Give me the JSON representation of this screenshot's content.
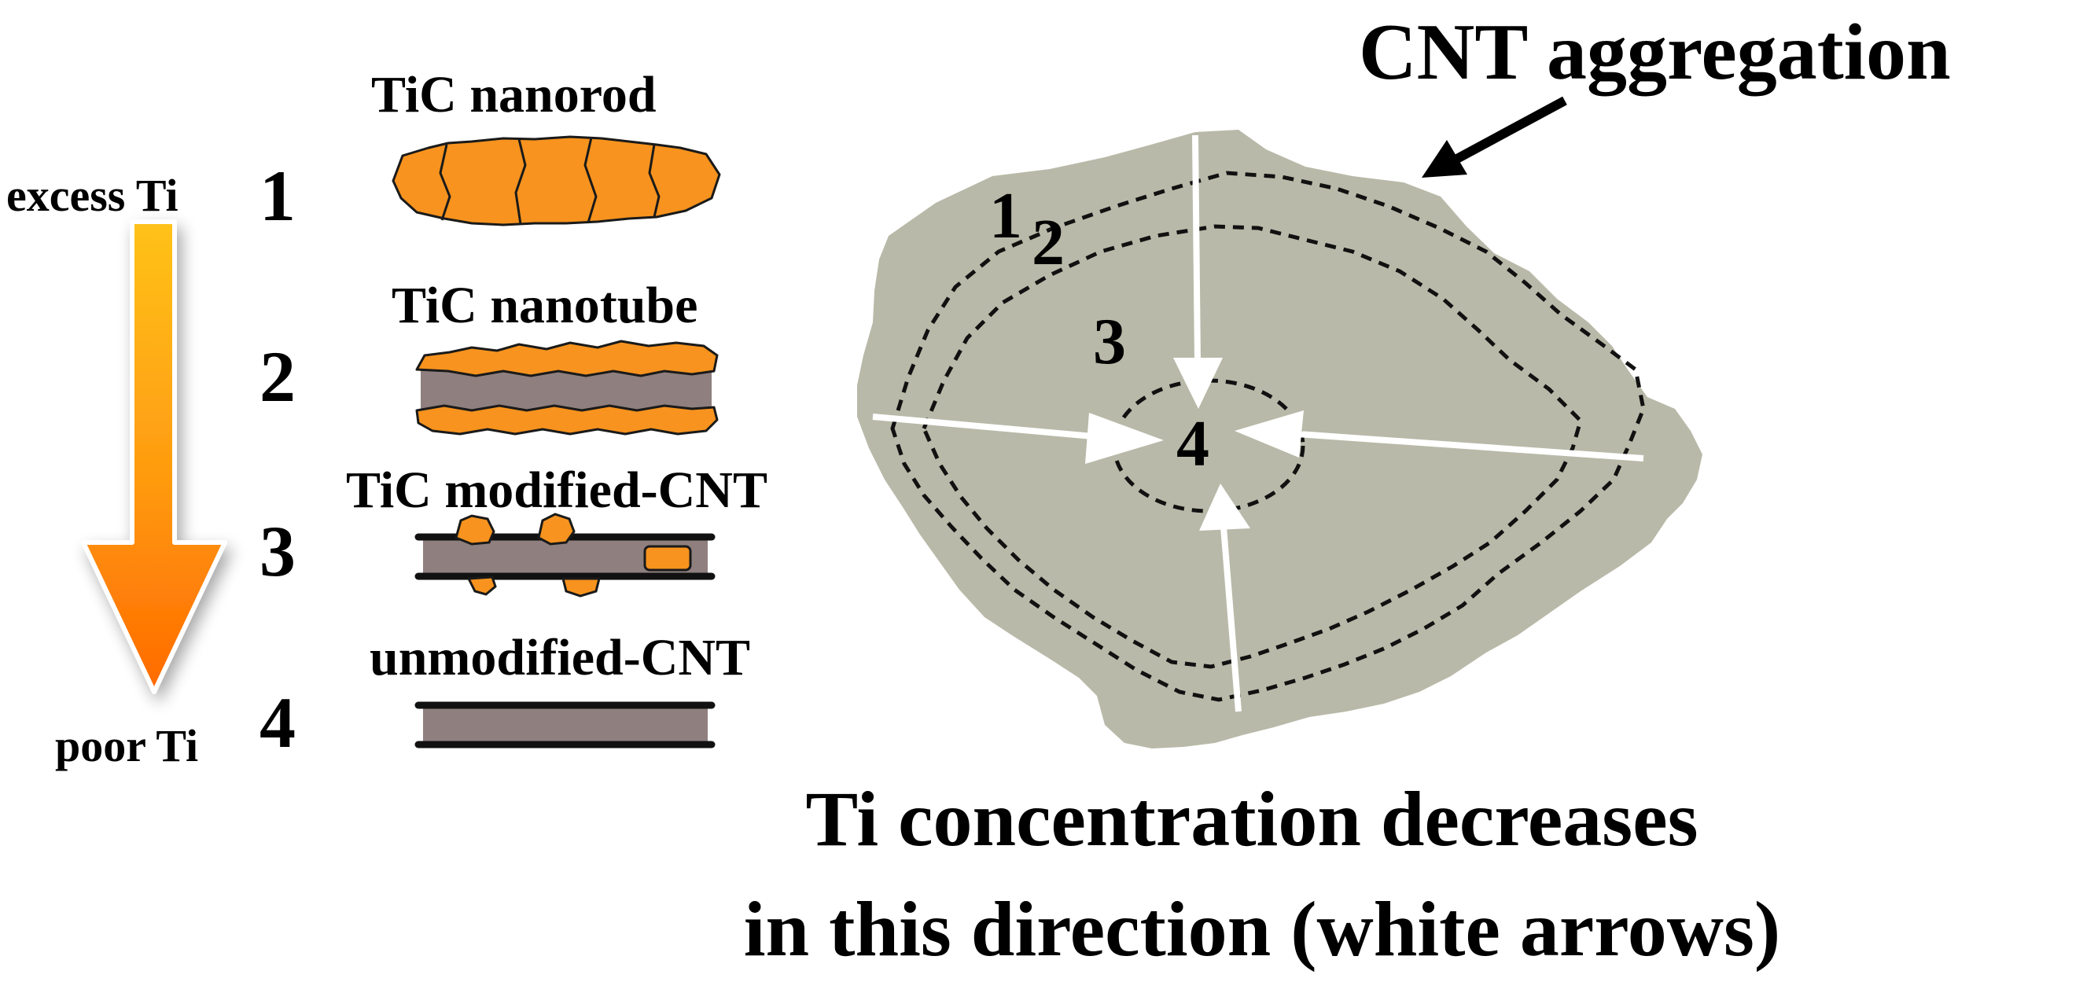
{
  "left_panel": {
    "excess_label": "excess Ti",
    "poor_label": "poor Ti",
    "levels": [
      {
        "num": "1",
        "label": "TiC nanorod"
      },
      {
        "num": "2",
        "label": "TiC nanotube"
      },
      {
        "num": "3",
        "label": "TiC modified-CNT"
      },
      {
        "num": "4",
        "label": "unmodified-CNT"
      }
    ]
  },
  "aggregation": {
    "title": "CNT aggregation",
    "zone_numbers": [
      "1",
      "2",
      "3",
      "4"
    ]
  },
  "caption": {
    "line1": "Ti concentration decreases",
    "line2": "in this direction (white arrows)"
  },
  "colors": {
    "orange": "#F7931E",
    "orange_light": "#FFB300",
    "orange_dark": "#FF6A00",
    "cnt_gray": "#8F7F7F",
    "aggregation_fill": "#B9B9A9",
    "outline": "#1a1a1a",
    "white": "#FFFFFF"
  }
}
